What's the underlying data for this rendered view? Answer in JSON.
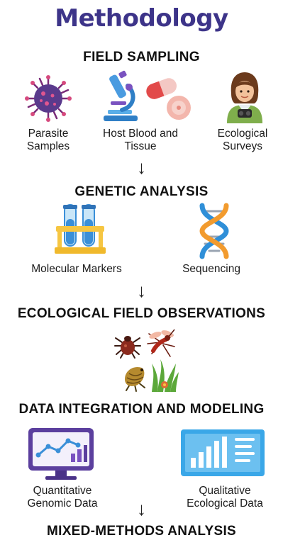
{
  "title": "Methodology",
  "sections": {
    "field_sampling": {
      "heading": "FIELD SAMPLING",
      "items": [
        "Parasite Samples",
        "Host Blood and Tissue",
        "Ecological Surveys"
      ]
    },
    "genetic_analysis": {
      "heading": "GENETIC ANALYSIS",
      "items": [
        "Molecular Markers",
        "Sequencing"
      ]
    },
    "ecological_observations": {
      "heading": "ECOLOGICAL FIELD OBSERVATIONS"
    },
    "data_integration": {
      "heading": "DATA INTEGRATION AND MODELING",
      "items": [
        "Quantitative Genomic Data",
        "Qualitative Ecological  Data"
      ]
    },
    "mixed_methods": {
      "heading": "MIXED-METHODS ANALYSIS"
    }
  },
  "arrow_glyph": "↓",
  "icons": {
    "parasite": "virus-icon",
    "lab": "microscope-icon",
    "pills": "capsule-icon",
    "surveyor": "researcher-icon",
    "tubes": "test-tubes-icon",
    "dna": "dna-icon",
    "tick": "tick-icon",
    "mosquito": "mosquito-icon",
    "insect": "insect-icon",
    "grass": "grass-icon",
    "monitor": "monitor-chart-icon",
    "report": "report-chart-icon"
  },
  "colors": {
    "title": "#3d3489",
    "parasite": "#5a3a8c",
    "dna_blue": "#2f8fd8",
    "dna_orange": "#f29b2e",
    "tick": "#8b2a1e",
    "monitor": "#5b3f9e",
    "report": "#3aa7e8"
  }
}
